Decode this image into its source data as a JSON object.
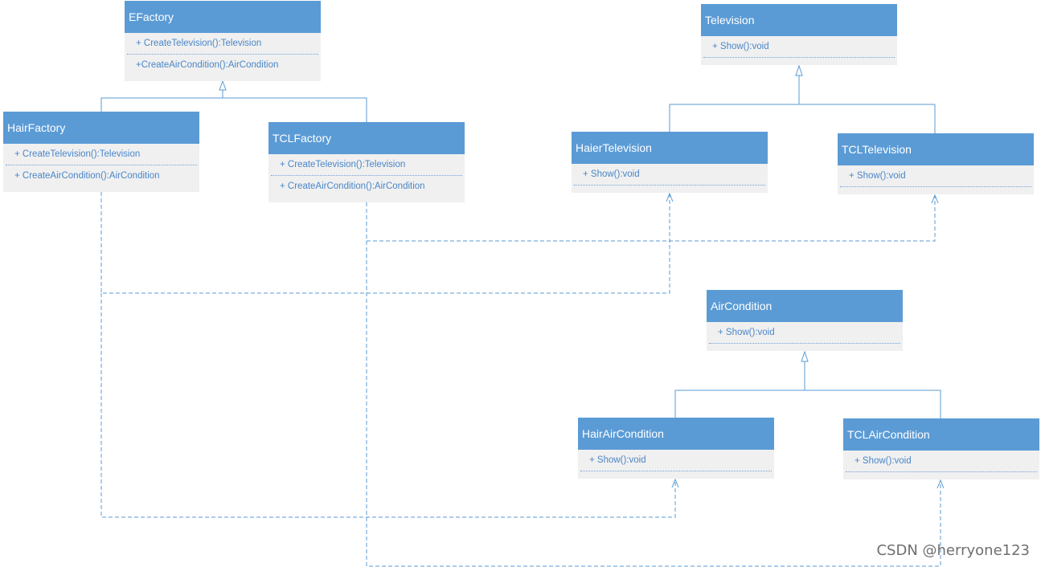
{
  "classes": {
    "efactory": {
      "name": "EFactory",
      "ops": [
        "+ CreateTelevision():Television",
        "+CreateAirCondition():AirCondition"
      ]
    },
    "hairfactory": {
      "name": "HairFactory",
      "ops": [
        "+ CreateTelevision():Television",
        "+ CreateAirCondition():AirCondition"
      ]
    },
    "tclfactory": {
      "name": "TCLFactory",
      "ops": [
        "+ CreateTelevision():Television",
        "+ CreateAirCondition():AirCondition"
      ]
    },
    "television": {
      "name": "Television",
      "ops": [
        "+ Show():void"
      ]
    },
    "haiertelevision": {
      "name": "HaierTelevision",
      "ops": [
        "+ Show():void"
      ]
    },
    "tcltelevision": {
      "name": "TCLTelevision",
      "ops": [
        "+ Show():void"
      ]
    },
    "aircondition": {
      "name": "AirCondition",
      "ops": [
        "+ Show():void"
      ]
    },
    "hairaircondition": {
      "name": "HairAirCondition",
      "ops": [
        "+ Show():void"
      ]
    },
    "tclaircondition": {
      "name": "TCLAirCondition",
      "ops": [
        "+ Show():void"
      ]
    }
  },
  "relations": {
    "generalization": [
      {
        "from": "HairFactory",
        "to": "EFactory"
      },
      {
        "from": "TCLFactory",
        "to": "EFactory"
      },
      {
        "from": "HaierTelevision",
        "to": "Television"
      },
      {
        "from": "TCLTelevision",
        "to": "Television"
      },
      {
        "from": "HairAirCondition",
        "to": "AirCondition"
      },
      {
        "from": "TCLAirCondition",
        "to": "AirCondition"
      }
    ],
    "dependency": [
      {
        "from": "HairFactory",
        "to": "HaierTelevision"
      },
      {
        "from": "HairFactory",
        "to": "HairAirCondition"
      },
      {
        "from": "TCLFactory",
        "to": "TCLTelevision"
      },
      {
        "from": "TCLFactory",
        "to": "TCLAirCondition"
      }
    ]
  },
  "colors": {
    "header": "#5b9bd5",
    "body": "#f0f0f0",
    "operation_text": "#4a86c8",
    "connector": "#5b9bd5"
  },
  "watermark": "CSDN @herryone123"
}
